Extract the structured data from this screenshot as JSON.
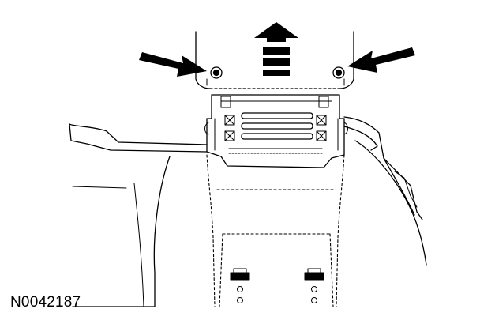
{
  "figure": {
    "id_label": "N0042187",
    "line_color": "#000000",
    "background": "#ffffff",
    "callouts": [
      {
        "name": "left-fastener-arrow",
        "icon": "arrow-pointer-icon",
        "direction": "right-down"
      },
      {
        "name": "right-fastener-arrow",
        "icon": "arrow-pointer-icon",
        "direction": "left-down"
      },
      {
        "name": "removal-direction-arrow",
        "icon": "dashed-up-arrow-icon",
        "direction": "up"
      }
    ]
  }
}
